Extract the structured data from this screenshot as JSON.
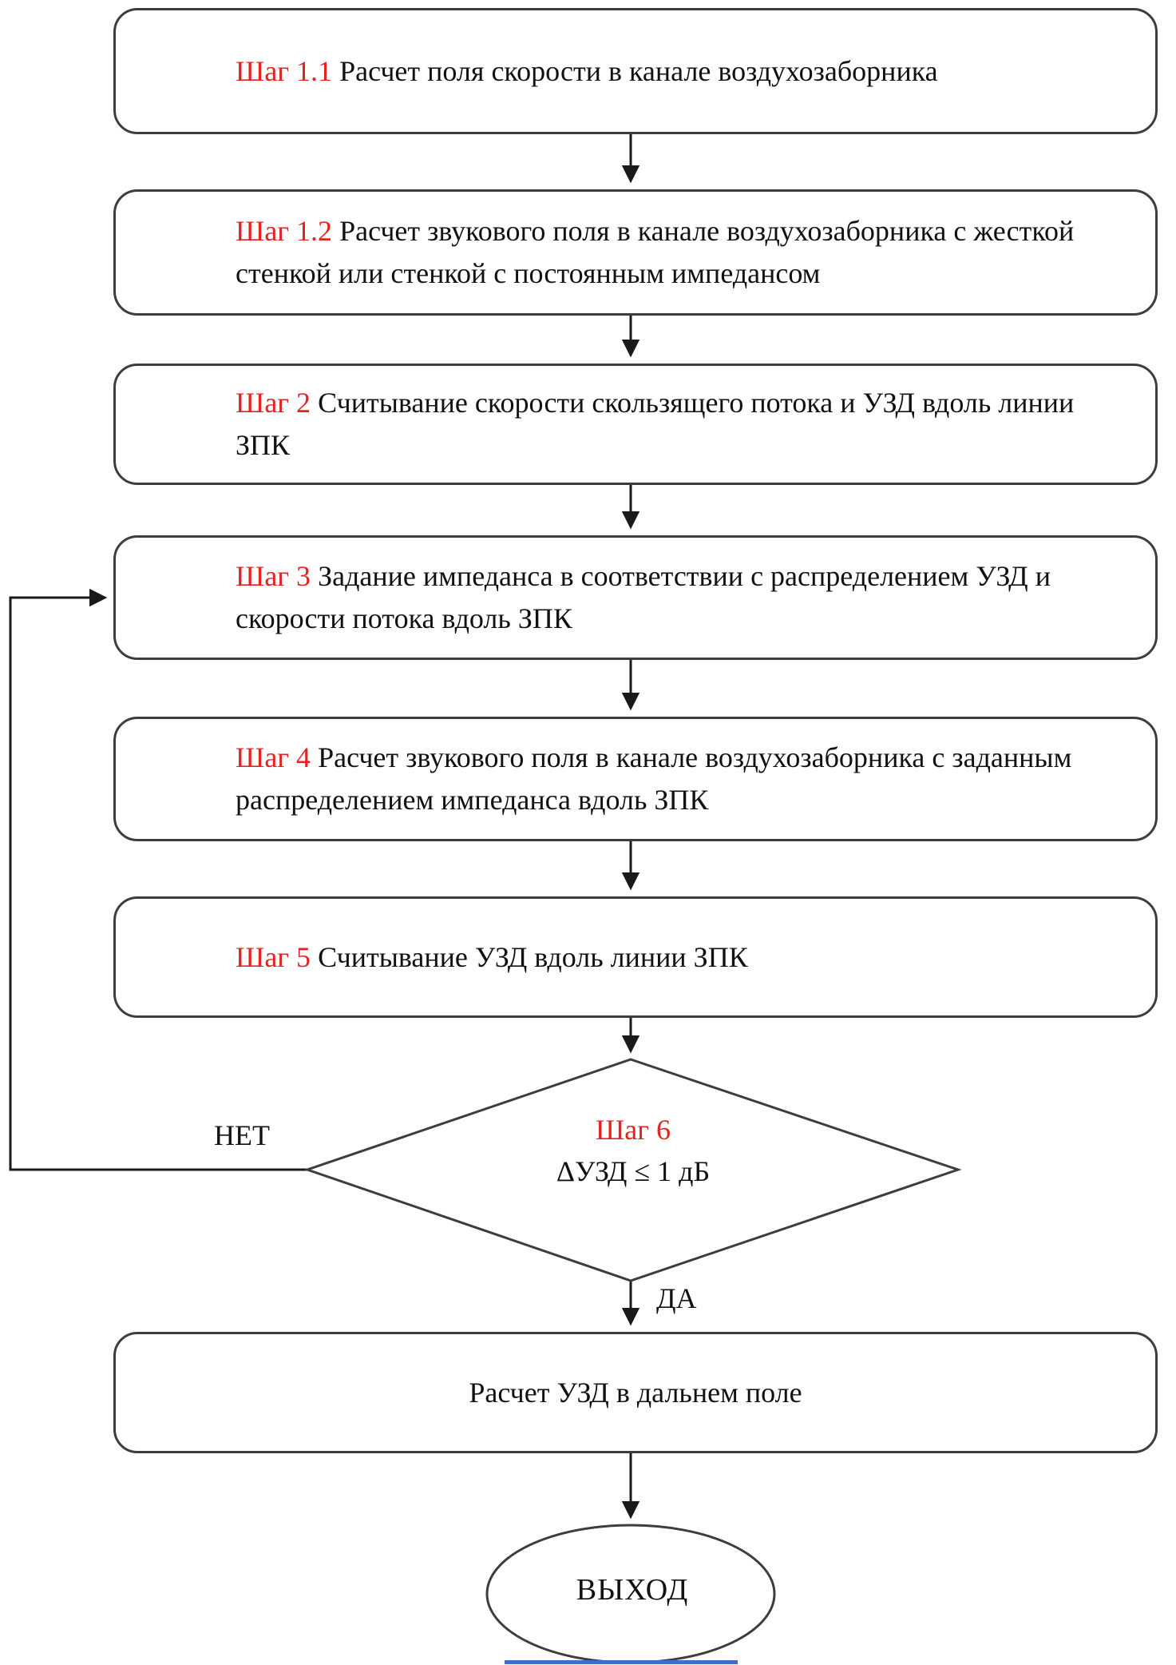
{
  "diagram": {
    "type": "flowchart",
    "language": "ru",
    "colors": {
      "step_label_red": "#e42320",
      "outline": "#3d3d3d",
      "arrow": "#1a1a1a",
      "bottom_line_blue": "#3e6dcc"
    },
    "nodes": [
      {
        "id": "step-1-1",
        "label": "Шаг 1.1",
        "text": "Расчет поля скорости в канале воздухозаборника"
      },
      {
        "id": "step-1-2",
        "label": "Шаг 1.2",
        "text": "Расчет звукового поля в канале воздухозаборника с жесткой стенкой или стенкой с постоянным импедансом"
      },
      {
        "id": "step-2",
        "label": "Шаг 2",
        "text": "Считывание скорости скользящего потока и УЗД вдоль линии ЗПК"
      },
      {
        "id": "step-3",
        "label": "Шаг 3",
        "text": "Задание импеданса в соответствии с распределением УЗД и скорости потока вдоль ЗПК"
      },
      {
        "id": "step-4",
        "label": "Шаг 4",
        "text": "Расчет звукового поля в канале воздухозаборника с заданным распределением импеданса вдоль ЗПК"
      },
      {
        "id": "step-5",
        "label": "Шаг 5",
        "text": "Считывание УЗД вдоль линии ЗПК"
      }
    ],
    "decision": {
      "label": "Шаг 6",
      "condition": "ΔУЗД ≤ 1 дБ",
      "no_branch": "НЕТ",
      "yes_branch": "ДА"
    },
    "final_node": {
      "text": "Расчет УЗД в дальнем поле"
    },
    "terminal": {
      "text": "ВЫХОД"
    }
  }
}
